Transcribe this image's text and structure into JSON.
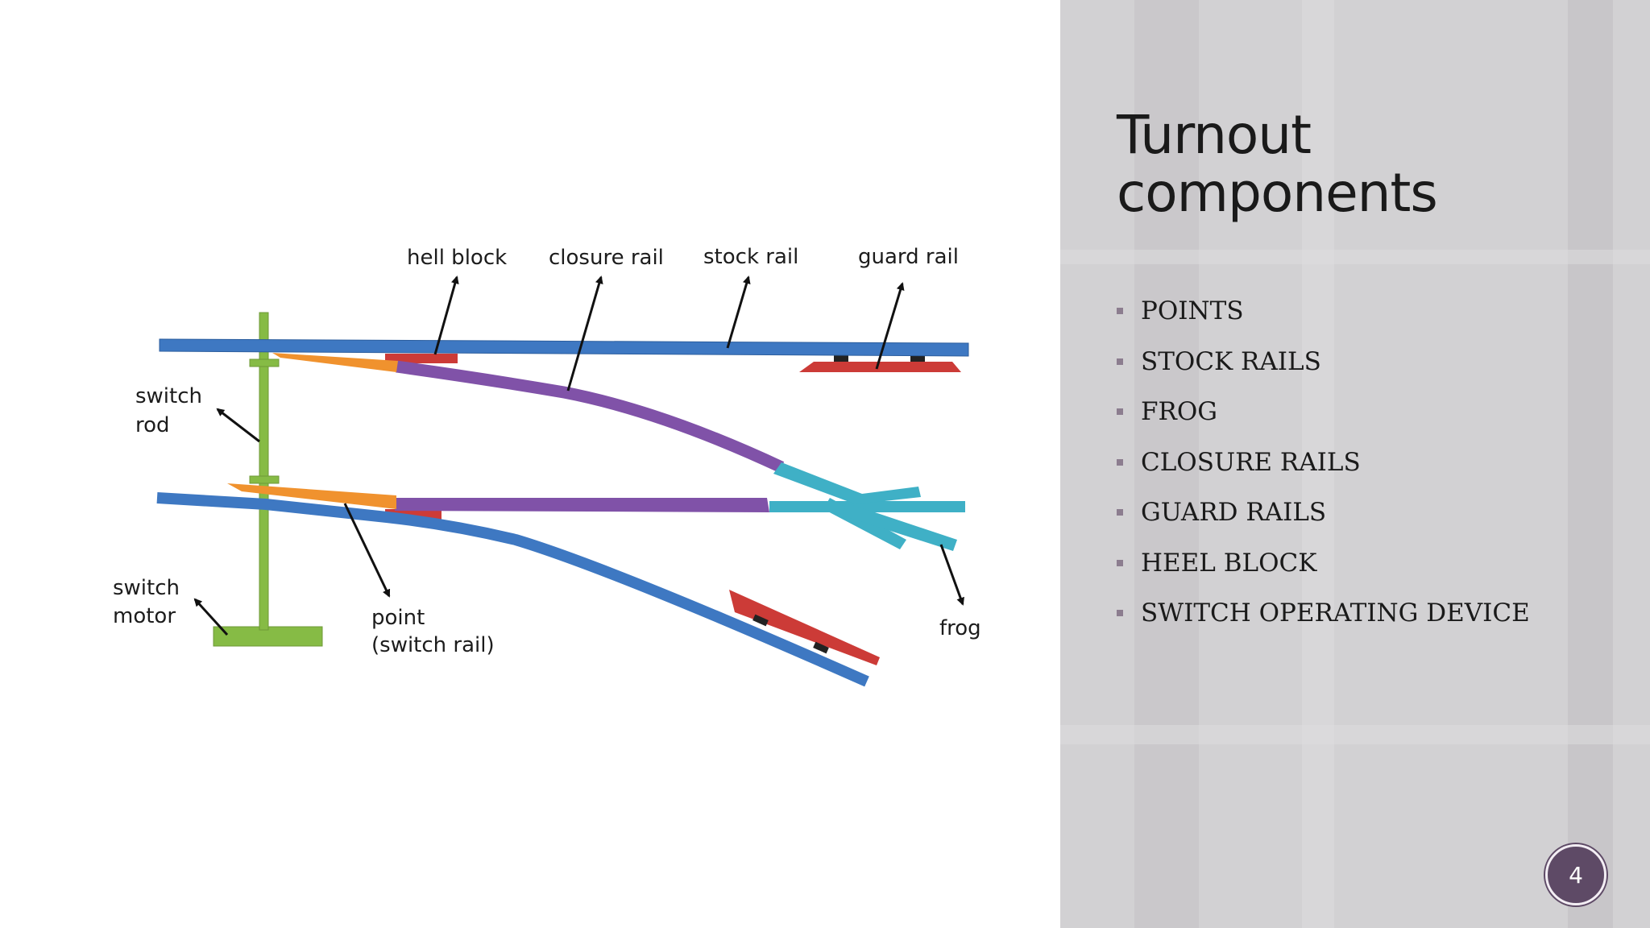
{
  "slide": {
    "title_line1": "Turnout",
    "title_line2": "components",
    "page_number": "4",
    "bullets": [
      "POINTS",
      "STOCK RAILS",
      "FROG",
      "CLOSURE RAILS",
      "GUARD RAILS",
      "HEEL BLOCK",
      "SWITCH OPERATING DEVICE"
    ]
  },
  "diagram": {
    "labels": {
      "hell_block": "hell block",
      "closure_rail": "closure rail",
      "stock_rail": "stock rail",
      "guard_rail": "guard rail",
      "switch_rod_line1": "switch",
      "switch_rod_line2": "rod",
      "switch_motor_line1": "switch",
      "switch_motor_line2": "motor",
      "point_line1": "point",
      "point_line2": "(switch rail)",
      "frog": "frog"
    },
    "colors": {
      "stock_rail": "#3e78c2",
      "closure_rail": "#8052a8",
      "point": "#f0922e",
      "frog": "#3fb0c6",
      "guard_rail": "#cc3b37",
      "switch_device": "#86bb45",
      "arrow": "#111111"
    }
  },
  "theme": {
    "right_panel_bg": "#d2d1d3",
    "bullet_marker": "#8c7d8f",
    "badge_bg": "#5e4a66"
  }
}
